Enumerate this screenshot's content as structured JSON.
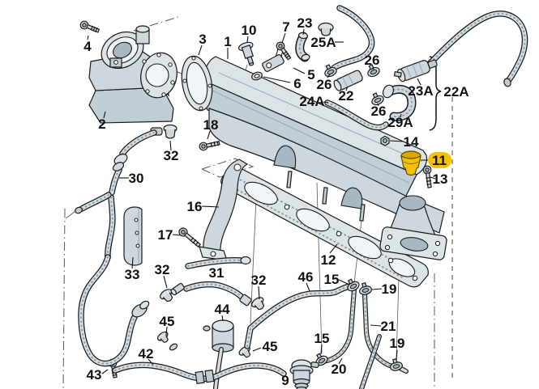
{
  "diagram": {
    "colors": {
      "background": "#FFFFFF",
      "highlight": "#F2C100",
      "highlight_dark": "#D9A800",
      "part_fill": "#CDD7DD",
      "line": "#1A1A1A"
    },
    "highlighted_part": {
      "label": "11"
    },
    "callouts": [
      {
        "text": "4"
      },
      {
        "text": "2"
      },
      {
        "text": "3"
      },
      {
        "text": "1"
      },
      {
        "text": "10"
      },
      {
        "text": "7"
      },
      {
        "text": "23"
      },
      {
        "text": "25A"
      },
      {
        "text": "5"
      },
      {
        "text": "6"
      },
      {
        "text": "26"
      },
      {
        "text": "26"
      },
      {
        "text": "26"
      },
      {
        "text": "22"
      },
      {
        "text": "24A"
      },
      {
        "text": "23A"
      },
      {
        "text": "22A"
      },
      {
        "text": "29A"
      },
      {
        "text": "14"
      },
      {
        "text": "11"
      },
      {
        "text": "13"
      },
      {
        "text": "32"
      },
      {
        "text": "30"
      },
      {
        "text": "18"
      },
      {
        "text": "16"
      },
      {
        "text": "17"
      },
      {
        "text": "33"
      },
      {
        "text": "32"
      },
      {
        "text": "45"
      },
      {
        "text": "42"
      },
      {
        "text": "43"
      },
      {
        "text": "31"
      },
      {
        "text": "32"
      },
      {
        "text": "44"
      },
      {
        "text": "45"
      },
      {
        "text": "46"
      },
      {
        "text": "15"
      },
      {
        "text": "15"
      },
      {
        "text": "9"
      },
      {
        "text": "20"
      },
      {
        "text": "12"
      },
      {
        "text": "19"
      },
      {
        "text": "21"
      },
      {
        "text": "19"
      }
    ]
  }
}
